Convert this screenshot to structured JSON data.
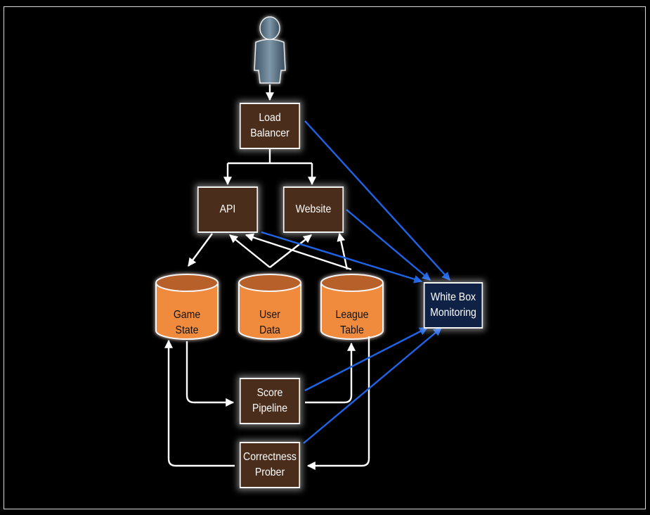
{
  "nodes": {
    "load_balancer": [
      "Load",
      "Balancer"
    ],
    "api": [
      "API"
    ],
    "website": [
      "Website"
    ],
    "game_state": [
      "Game",
      "State"
    ],
    "user_data": [
      "User",
      "Data"
    ],
    "league_table": [
      "League",
      "Table"
    ],
    "white_box_monitoring": [
      "White Box",
      "Monitoring"
    ],
    "score_pipeline": [
      "Score",
      "Pipeline"
    ],
    "correctness_prober": [
      "Correctness",
      "Prober"
    ]
  },
  "colors": {
    "box_fill": "#4a2d1a",
    "monitor_fill": "#0f2246",
    "db_fill": "#f08a3c",
    "db_top": "#b8602a",
    "arrow_white": "#ffffff",
    "arrow_blue": "#1e64e6"
  },
  "icons": {
    "user": "user-figure-icon"
  }
}
